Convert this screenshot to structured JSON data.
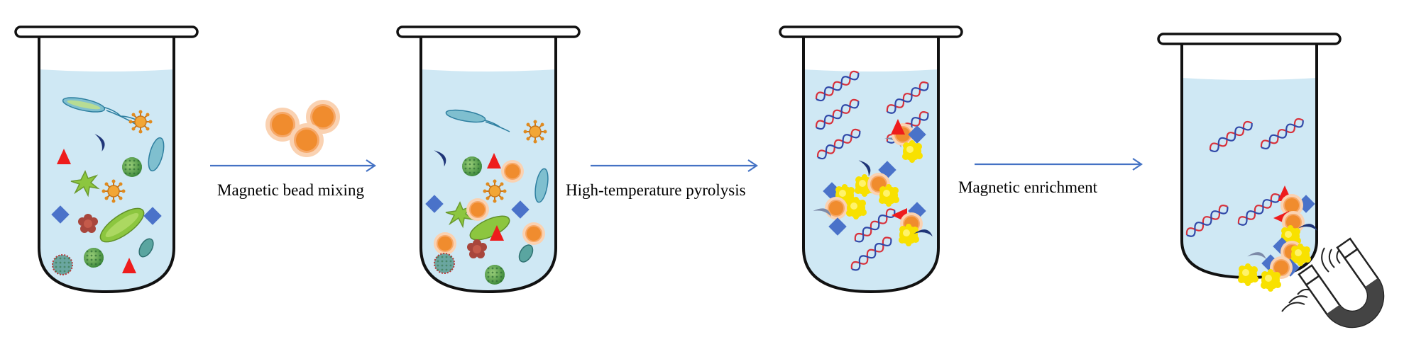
{
  "steps": [
    {
      "label": "Magnetic bead mixing"
    },
    {
      "label": "High-temperature pyrolysis"
    },
    {
      "label": "Magnetic enrichment"
    }
  ],
  "colors": {
    "liquid": "#cfe8f4",
    "tube_outline": "#111111",
    "arrow": "#4472c4",
    "bead_core": "#f08c2e",
    "bead_halo": "#f9c49a",
    "dna_red": "#d8303a",
    "dna_blue": "#3048a8",
    "triangle": "#ee1c1c",
    "diamond": "#4a72c9",
    "moon": "#1f3578",
    "debris": "#f8e100",
    "magnet_gray": "#444444"
  },
  "icons": [
    "test-tube-icon",
    "bacterium-icon",
    "virus-icon",
    "dna-helix-icon",
    "magnetic-bead-icon",
    "horseshoe-magnet-icon",
    "arrow-icon"
  ]
}
